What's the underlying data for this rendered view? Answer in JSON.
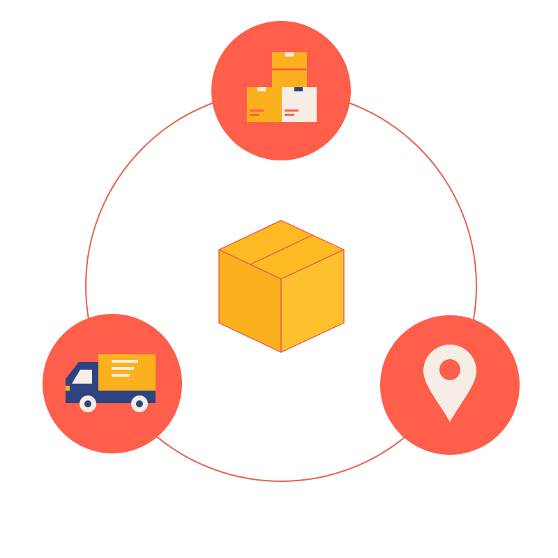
{
  "diagram": {
    "nodes": [
      {
        "id": "warehouse",
        "icon": "stacked-boxes-icon"
      },
      {
        "id": "destination",
        "icon": "location-pin-icon"
      },
      {
        "id": "delivery",
        "icon": "delivery-truck-icon"
      }
    ],
    "center": {
      "icon": "package-box-icon"
    }
  },
  "colors": {
    "ring": "#E8604C",
    "node_fill": "#FF5E4A",
    "box_front": "#FBB11E",
    "box_side": "#FFC02D",
    "box_top": "#FDBA22",
    "box_edge": "#E8604C",
    "truck_body": "#2C4482",
    "truck_cargo": "#FBB11E",
    "cream": "#F6EEE4"
  }
}
